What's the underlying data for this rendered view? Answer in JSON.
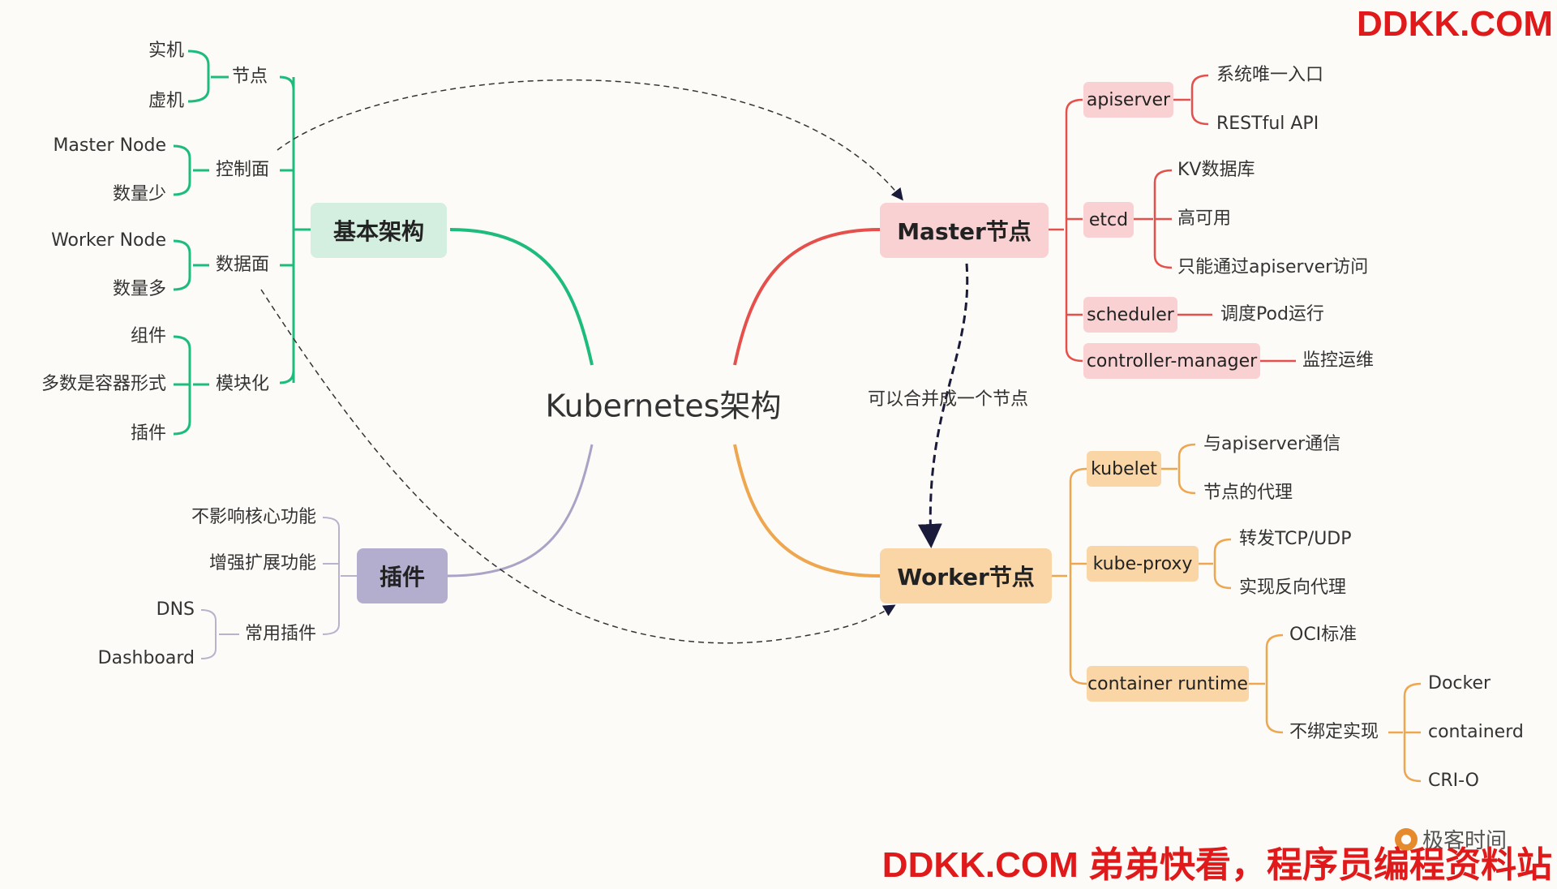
{
  "center": "Kubernetes架构",
  "colors": {
    "green": "#1ebc7c",
    "green_bg": "#d4eee0",
    "red": "#e6504c",
    "red_bg": "#f9d1d2",
    "orange": "#eea64f",
    "orange_bg": "#fad5a5",
    "purple": "#a9a3c6",
    "purple_bg": "#b3aecd"
  },
  "basic": {
    "title": "基本架构",
    "node": {
      "label": "节点",
      "children": [
        "实机",
        "虚机"
      ]
    },
    "control": {
      "label": "控制面",
      "children": [
        "Master Node",
        "数量少"
      ]
    },
    "data": {
      "label": "数据面",
      "children": [
        "Worker Node",
        "数量多"
      ]
    },
    "modular": {
      "label": "模块化",
      "children": [
        "组件",
        "多数是容器形式",
        "插件"
      ]
    }
  },
  "plugins": {
    "title": "插件",
    "items": [
      "不影响核心功能",
      "增强扩展功能"
    ],
    "common": {
      "label": "常用插件",
      "children": [
        "DNS",
        "Dashboard"
      ]
    }
  },
  "master": {
    "title": "Master节点",
    "apiserver": {
      "label": "apiserver",
      "children": [
        "系统唯一入口",
        "RESTful API"
      ]
    },
    "etcd": {
      "label": "etcd",
      "children": [
        "KV数据库",
        "高可用",
        "只能通过apiserver访问"
      ]
    },
    "scheduler": {
      "label": "scheduler",
      "children": [
        "调度Pod运行"
      ]
    },
    "controller": {
      "label": "controller-manager",
      "children": [
        "监控运维"
      ]
    }
  },
  "worker": {
    "title": "Worker节点",
    "kubelet": {
      "label": "kubelet",
      "children": [
        "与apiserver通信",
        "节点的代理"
      ]
    },
    "proxy": {
      "label": "kube-proxy",
      "children": [
        "转发TCP/UDP",
        "实现反向代理"
      ]
    },
    "runtime": {
      "label": "container runtime",
      "oci": "OCI标准",
      "unbound": {
        "label": "不绑定实现",
        "children": [
          "Docker",
          "containerd",
          "CRI-O"
        ]
      }
    }
  },
  "merge_note": "可以合并成一个节点",
  "watermark": {
    "top": "DDKK.COM",
    "bottom": "DDKK.COM 弟弟快看，程序员编程资料站"
  },
  "logo_text": "极客时间"
}
